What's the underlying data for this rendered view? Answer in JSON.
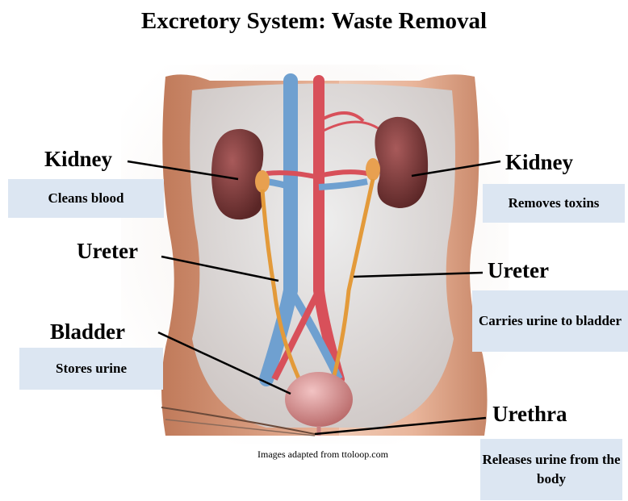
{
  "title": "Excretory System: Waste Removal",
  "labels": {
    "kidney_left": "Kidney",
    "kidney_right": "Kidney",
    "ureter_left": "Ureter",
    "ureter_right": "Ureter",
    "bladder": "Bladder",
    "urethra": "Urethra"
  },
  "boxes": {
    "kidney_left": "Cleans blood",
    "kidney_right": "Removes toxins",
    "ureter_right": "Carries urine to bladder",
    "bladder": "Stores urine",
    "urethra": "Releases urine from the body"
  },
  "credit": "Images adapted from ttoloop.com",
  "colors": {
    "box_fill": "#dce6f2",
    "skin": "#e0a98a",
    "kidney": "#7a3a3a",
    "ureter": "#e39a3a",
    "vein": "#6fa0d0",
    "artery": "#d8505a",
    "bladder": "#c98080"
  }
}
